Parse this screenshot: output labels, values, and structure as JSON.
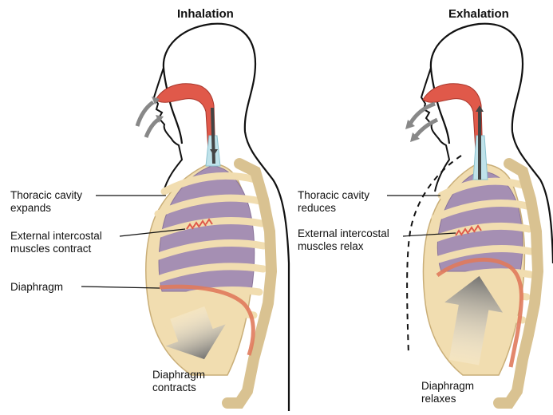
{
  "panels": [
    {
      "title": "Inhalation",
      "labels": {
        "thoracic_line1": "Thoracic cavity",
        "thoracic_line2": "expands",
        "intercostal_line1": "External intercostal",
        "intercostal_line2": "muscles  contract",
        "diaphragm": "Diaphragm",
        "diaphragm_action_line1": "Diaphragm",
        "diaphragm_action_line2": "contracts"
      }
    },
    {
      "title": "Exhalation",
      "labels": {
        "thoracic_line1": "Thoracic cavity",
        "thoracic_line2": "reduces",
        "intercostal_line1": "External intercostal",
        "intercostal_line2": "muscles  relax",
        "diaphragm_action_line1": "Diaphragm",
        "diaphragm_action_line2": "relaxes"
      }
    }
  ],
  "colors": {
    "outline": "#111111",
    "bone": "#f1ddb0",
    "bone_edge": "#c9ae78",
    "lung": "#a58fb3",
    "airway_red": "#e0594a",
    "trachea": "#bfe2ea",
    "diaphragm_red": "#e07a5c",
    "arrow_gray": "#888888"
  }
}
